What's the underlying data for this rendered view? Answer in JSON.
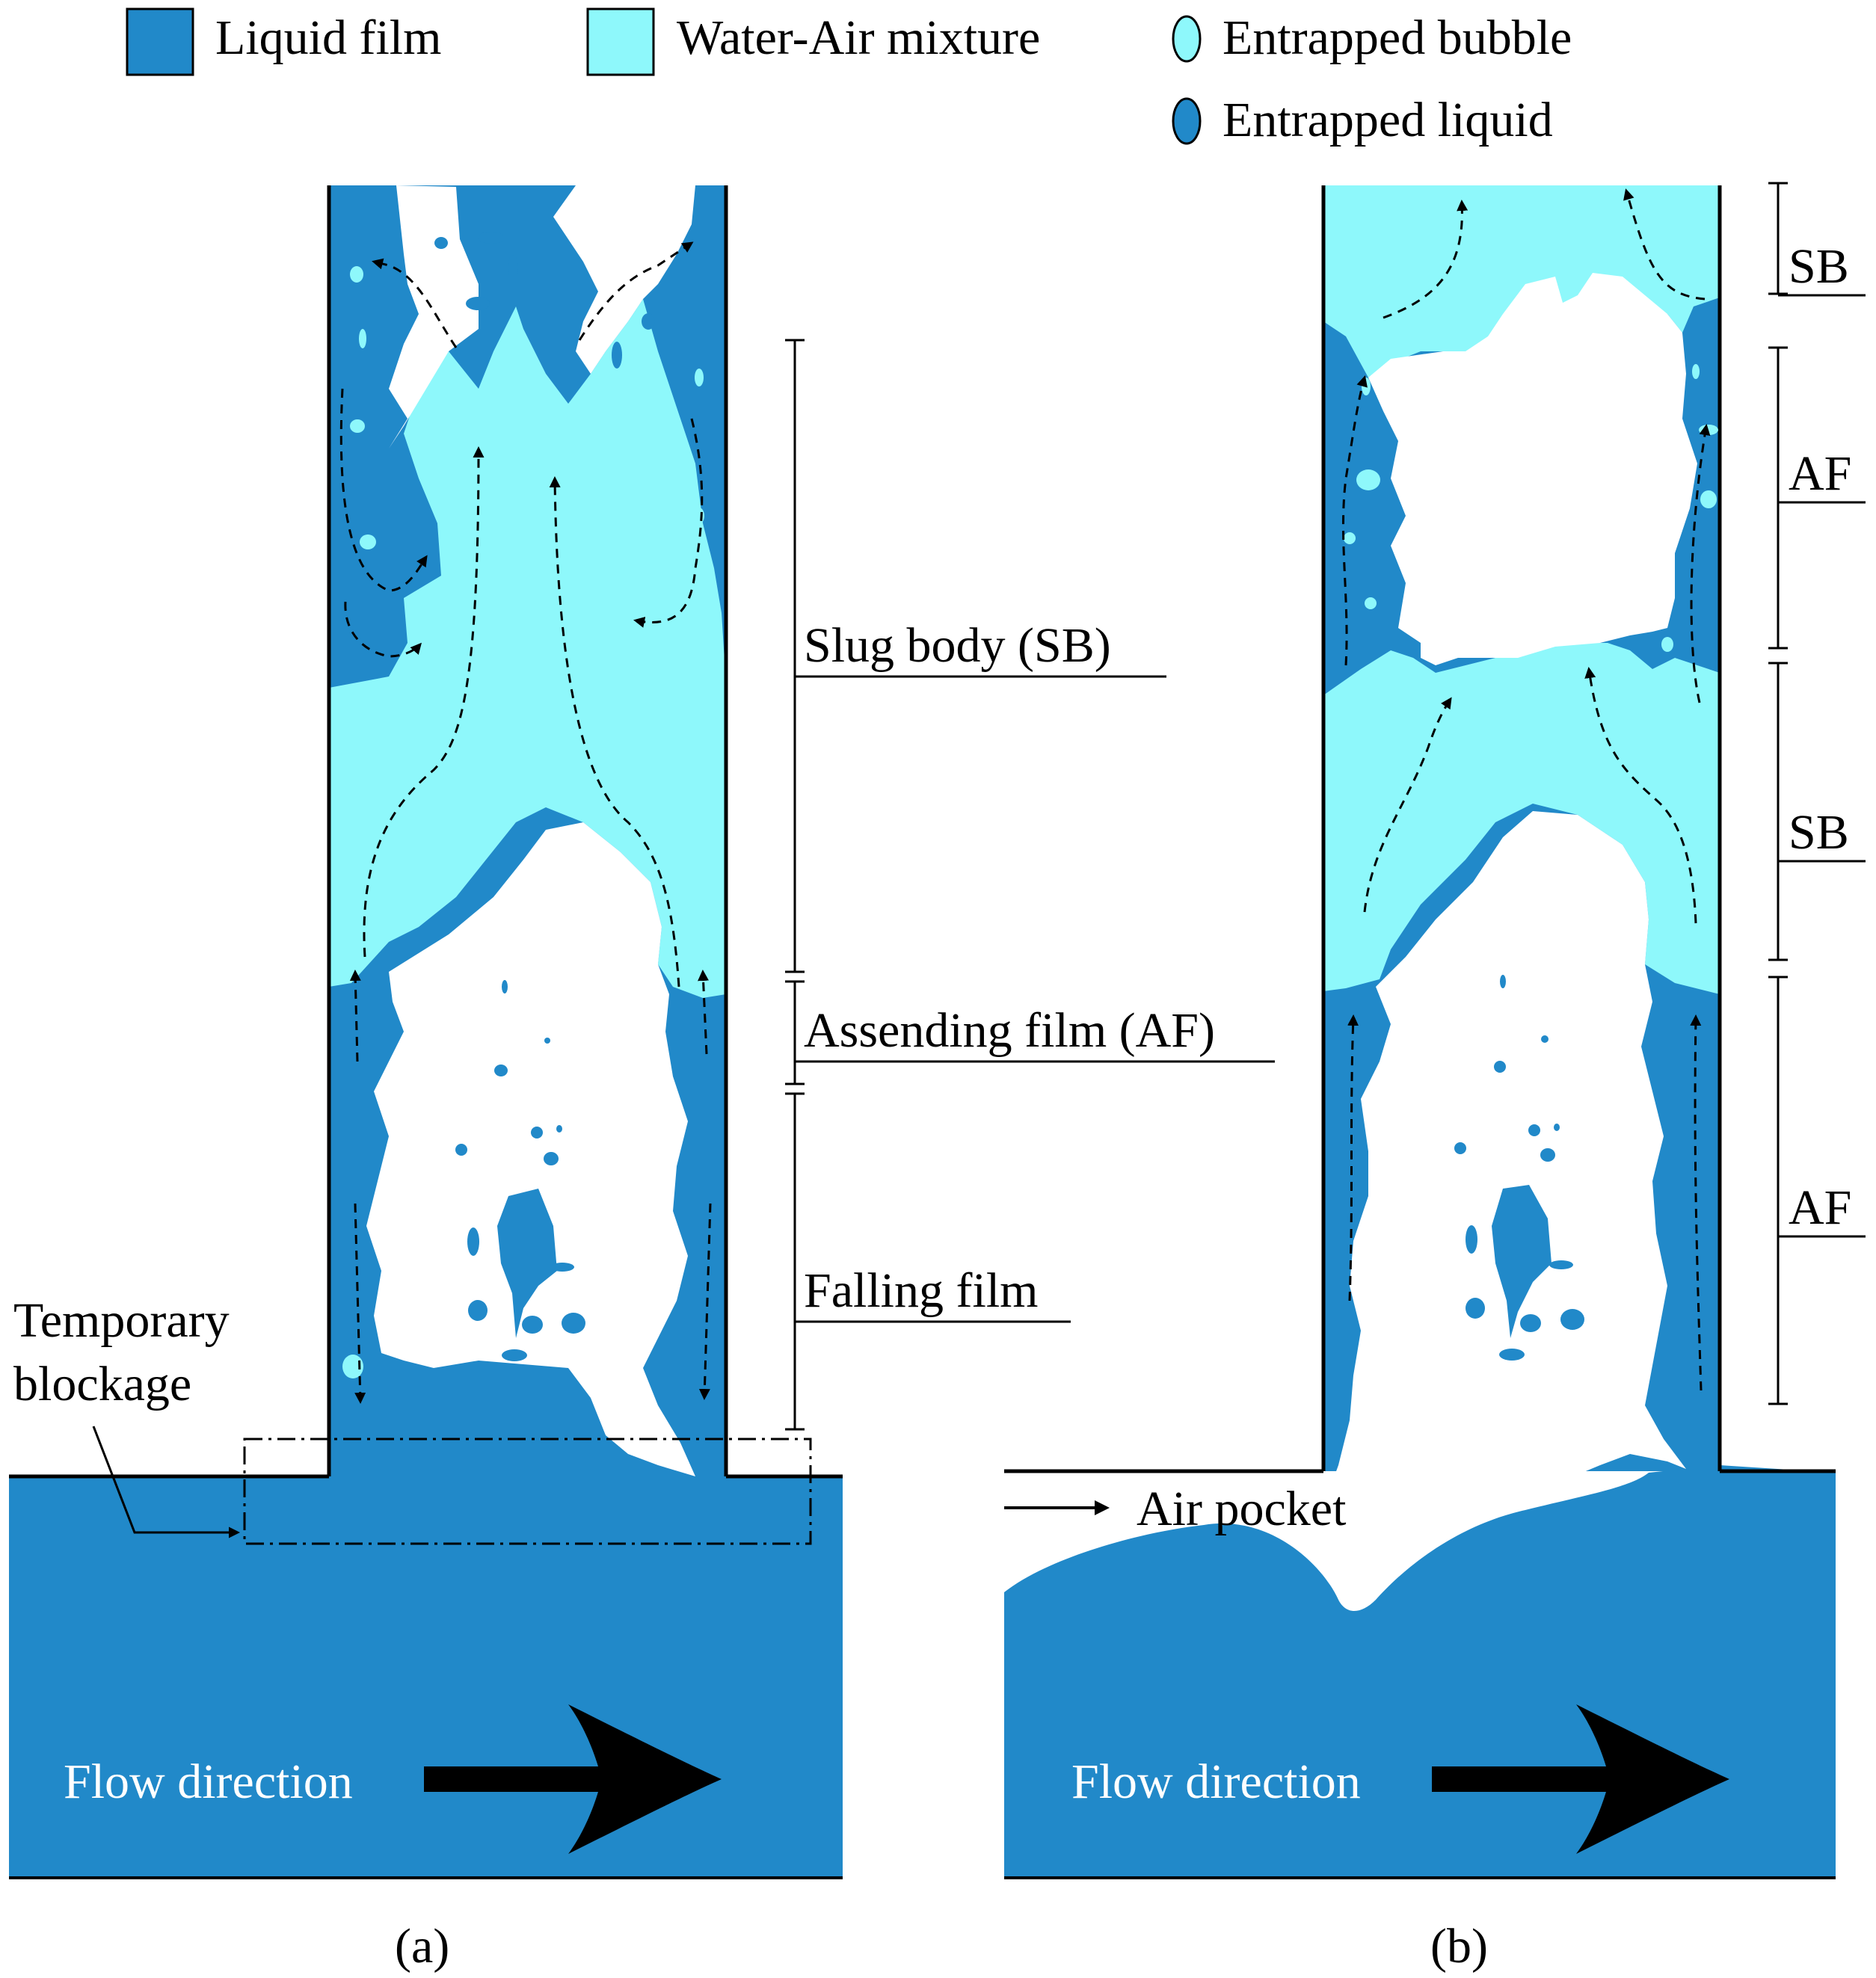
{
  "colors": {
    "liquid": "#2189c9",
    "mixture": "#8ef8fb",
    "background": "#ffffff",
    "line": "#000000"
  },
  "legend": {
    "liquid_film": "Liquid film",
    "water_air_mixture": "Water-Air mixture",
    "entrapped_bubble": "Entrapped bubble",
    "entrapped_liquid": "Entrapped liquid"
  },
  "panel_a": {
    "caption": "(a)",
    "flow_label": "Flow direction",
    "blockage_line1": "Temporary",
    "blockage_line2": "blockage",
    "zones": {
      "slug_body": "Slug body (SB)",
      "ascending_film": "Assending film (AF)",
      "falling_film": "Falling film"
    }
  },
  "panel_b": {
    "caption": "(b)",
    "flow_label": "Flow direction",
    "air_pocket": "Air pocket",
    "zones": {
      "sb_top": "SB",
      "af_upper": "AF",
      "sb_middle": "SB",
      "af_lower": "AF"
    }
  }
}
